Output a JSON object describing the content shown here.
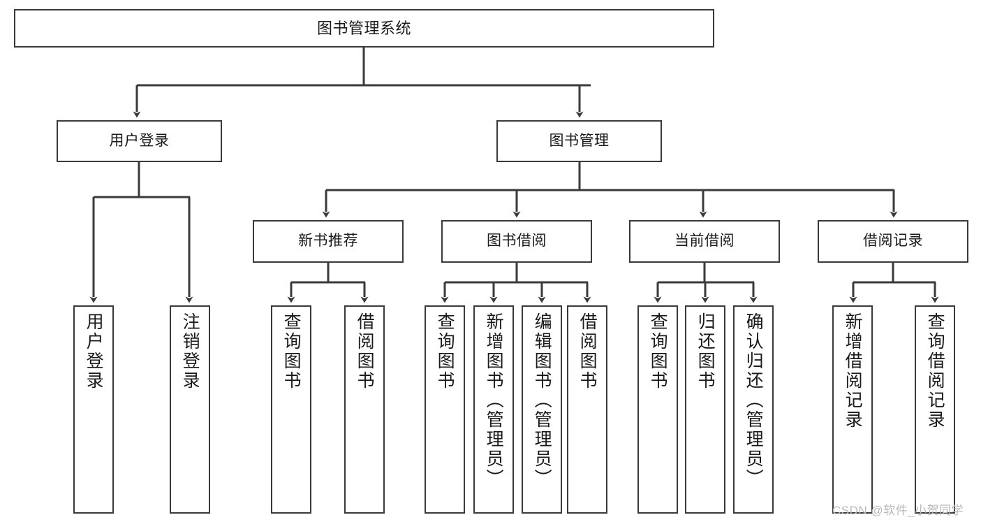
{
  "diagram": {
    "title": "图书管理系统",
    "watermark": "CSDN @软件_小贺同学",
    "line_color": "#3a3a3a",
    "box_fill": "#ffffff",
    "text_color": "#1a1a1a",
    "watermark_color": "#b9b9b9"
  },
  "nodes": {
    "root": "图书管理系统",
    "level2": [
      "用户登录",
      "图书管理"
    ],
    "level3": [
      "新书推荐",
      "图书借阅",
      "当前借阅",
      "借阅记录"
    ],
    "leaves": {
      "user_login": [
        "用户登录",
        "注销登录"
      ],
      "new_book_recommend": [
        "查询图书",
        "借阅图书"
      ],
      "book_borrow": [
        "查询图书",
        "新增图书（管理员）",
        "编辑图书（管理员）",
        "借阅图书"
      ],
      "current_borrow": [
        "查询图书",
        "归还图书",
        "确认归还（管理员）"
      ],
      "borrow_record": [
        "新增借阅记录",
        "查询借阅记录"
      ]
    }
  },
  "tree_data": {
    "type": "tree",
    "orientation": "top-down",
    "depth": 4,
    "root": "图书管理系统",
    "children": [
      {
        "label": "用户登录",
        "children": [
          {
            "label": "用户登录",
            "children": []
          },
          {
            "label": "注销登录",
            "children": []
          }
        ]
      },
      {
        "label": "图书管理",
        "children": [
          {
            "label": "新书推荐",
            "children": [
              {
                "label": "查询图书",
                "children": []
              },
              {
                "label": "借阅图书",
                "children": []
              }
            ]
          },
          {
            "label": "图书借阅",
            "children": [
              {
                "label": "查询图书",
                "children": []
              },
              {
                "label": "新增图书（管理员）",
                "children": []
              },
              {
                "label": "编辑图书（管理员）",
                "children": []
              },
              {
                "label": "借阅图书",
                "children": []
              }
            ]
          },
          {
            "label": "当前借阅",
            "children": [
              {
                "label": "查询图书",
                "children": []
              },
              {
                "label": "归还图书",
                "children": []
              },
              {
                "label": "确认归还（管理员）",
                "children": []
              }
            ]
          },
          {
            "label": "借阅记录",
            "children": [
              {
                "label": "新增借阅记录",
                "children": []
              },
              {
                "label": "查询借阅记录",
                "children": []
              }
            ]
          }
        ]
      }
    ]
  }
}
